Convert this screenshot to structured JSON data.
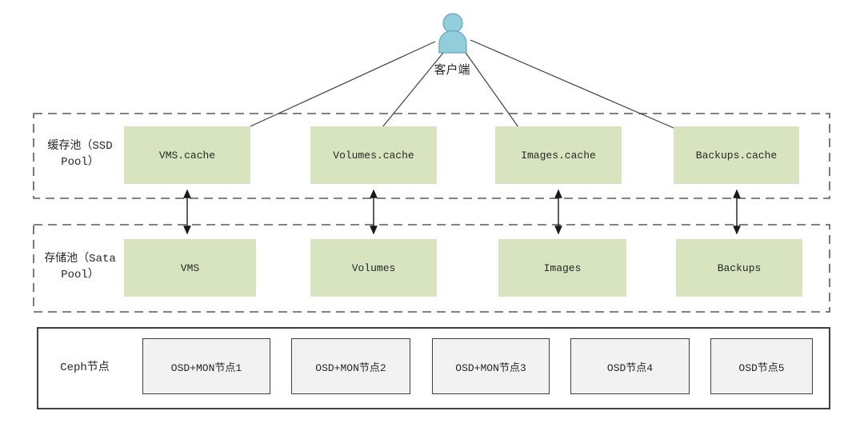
{
  "client": {
    "label": "客户端"
  },
  "cache_pool": {
    "label": "缓存池（SSD Pool）",
    "boxes": [
      "VMS.cache",
      "Volumes.cache",
      "Images.cache",
      "Backups.cache"
    ]
  },
  "storage_pool": {
    "label": "存储池（Sata Pool）",
    "boxes": [
      "VMS",
      "Volumes",
      "Images",
      "Backups"
    ]
  },
  "ceph_nodes": {
    "label": "Ceph节点",
    "boxes": [
      "OSD+MON节点1",
      "OSD+MON节点2",
      "OSD+MON节点3",
      "OSD节点4",
      "OSD节点5"
    ]
  },
  "colors": {
    "pool_box_green": "#d8e4bf",
    "node_box_gray": "#f2f2f2",
    "person_blue": "#92cddc",
    "person_outline": "#5fa8bc",
    "line_dark": "#404040",
    "dash_gray": "#595959",
    "text": "#262626"
  }
}
